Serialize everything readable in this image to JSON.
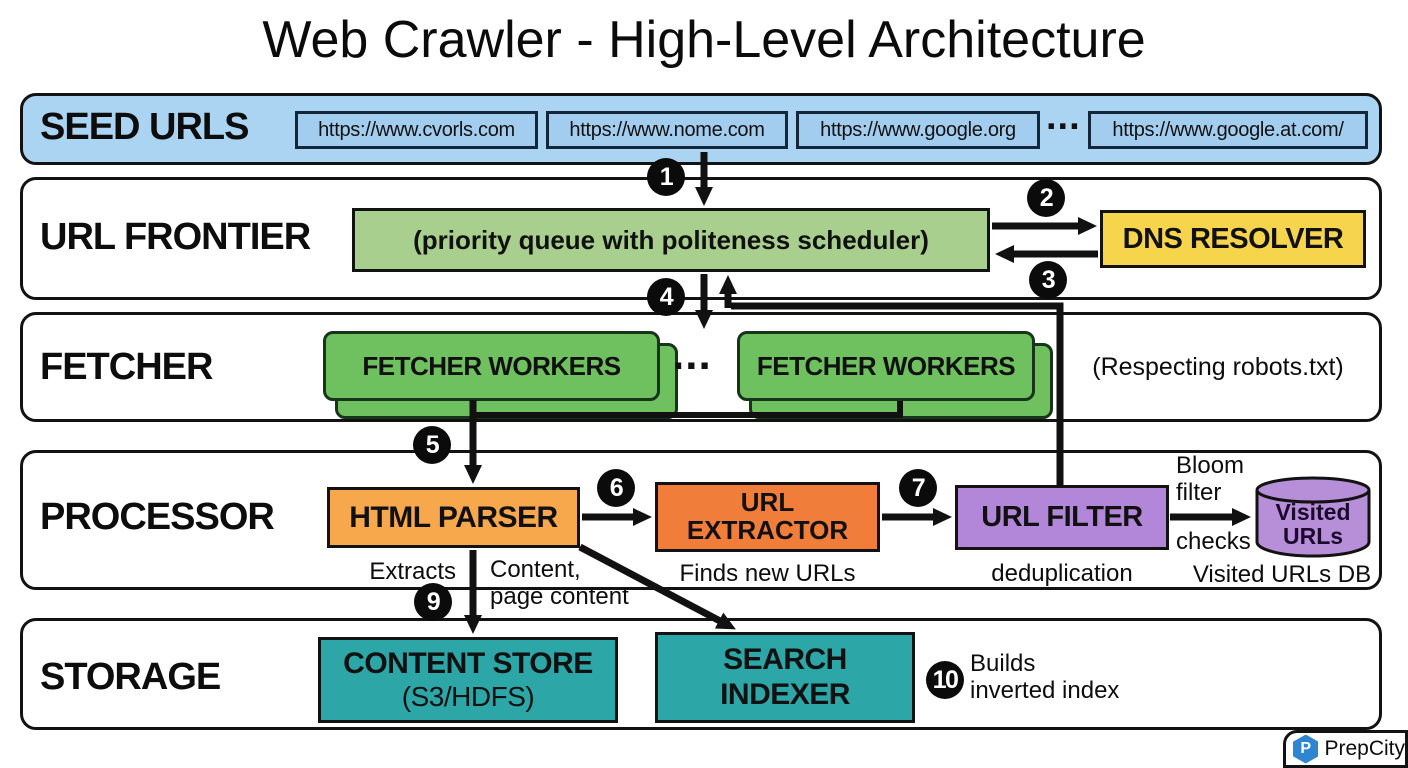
{
  "title": "Web Crawler - High-Level Architecture",
  "seed": {
    "label": "SEED URLS",
    "urls": [
      "https://www.cvorls.com",
      "https://www.nome.com",
      "https://www.google.org",
      "https://www.google.at.com/"
    ],
    "ellipsis": "..."
  },
  "frontier": {
    "label": "URL FRONTIER",
    "queue": "(priority queue with politeness scheduler)",
    "dns": "DNS RESOLVER"
  },
  "fetcher": {
    "label": "FETCHER",
    "workers": "FETCHER WORKERS",
    "ellipsis": "...",
    "note": "(Respecting robots.txt)"
  },
  "processor": {
    "label": "PROCESSOR",
    "html_parser": "HTML PARSER",
    "url_extractor": "URL\nEXTRACTOR",
    "url_filter": "URL FILTER",
    "extracts": "Extracts",
    "content_note": "Content,\npage content",
    "finds_new_urls": "Finds new URLs",
    "deduplication": "deduplication",
    "bloom_filter": "Bloom\nfilter",
    "checks": "checks",
    "visited_urls": "Visited\nURLs",
    "visited_urls_db": "Visited URLs DB"
  },
  "storage": {
    "label": "STORAGE",
    "content_store_line1": "CONTENT STORE",
    "content_store_line2": "(S3/HDFS)",
    "search_indexer": "SEARCH\nINDEXER",
    "builds_note": "Builds\ninverted index"
  },
  "steps": [
    "1",
    "2",
    "3",
    "4",
    "5",
    "6",
    "7",
    "9",
    "10"
  ],
  "branding": {
    "name": "PrepCity",
    "logo_letter": "P"
  },
  "colors": {
    "seed_row_blue": "#abd4f2",
    "seed_box_blue": "#a3cdef",
    "queue_green": "#a8cf8d",
    "dns_yellow": "#f6d54c",
    "worker_green": "#6fc05e",
    "parser_orange": "#f8a84c",
    "extractor_orange": "#f07e3a",
    "filter_purple": "#b286d8",
    "cylinder_purple": "#b78ed8",
    "storage_teal": "#2ca6a6",
    "line_black": "#111111",
    "brand_blue": "#2e86d1"
  }
}
